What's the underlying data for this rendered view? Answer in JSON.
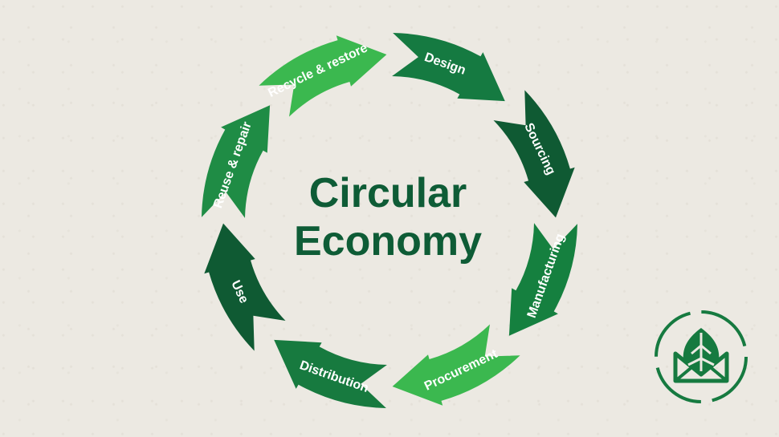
{
  "title": {
    "line1": "Circular",
    "line2": "Economy"
  },
  "stages": [
    {
      "label": "Design",
      "color": "#157a41"
    },
    {
      "label": "Sourcing",
      "color": "#0f5a33"
    },
    {
      "label": "Manufacturing",
      "color": "#15803f"
    },
    {
      "label": "Procurement",
      "color": "#3bb84f"
    },
    {
      "label": "Distribution",
      "color": "#177a3f"
    },
    {
      "label": "Use",
      "color": "#0f5a33"
    },
    {
      "label": "Reuse & repair",
      "color": "#1f8c45"
    },
    {
      "label": "Recycle & restore",
      "color": "#3bb84f"
    }
  ],
  "logo": {
    "icon": "envelope-leaf-icon",
    "color": "#167a40"
  }
}
